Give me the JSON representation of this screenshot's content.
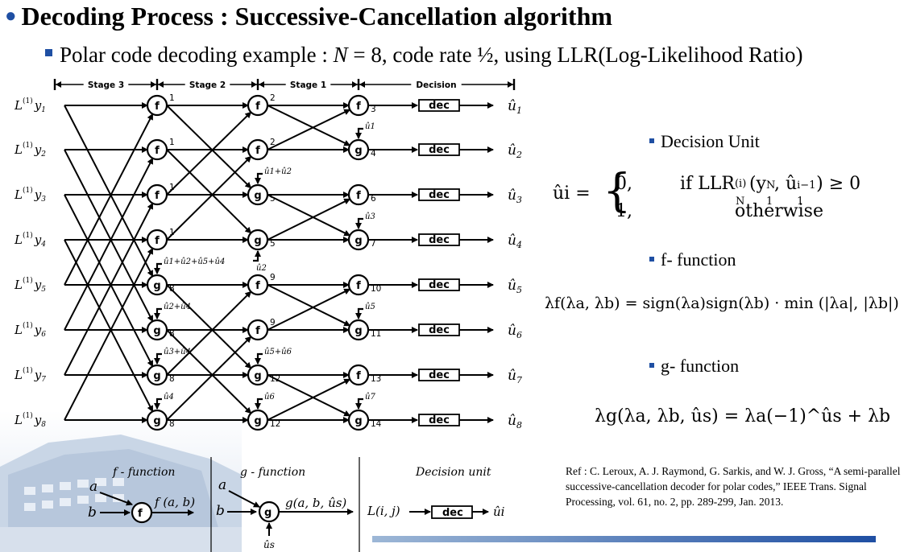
{
  "title": "Decoding Process : Successive-Cancellation algorithm",
  "subtitle_pre": "Polar code decoding example : ",
  "subtitle_N": "N",
  "subtitle_post": " = 8, code rate ½, using LLR(Log-Likelihood Ratio)",
  "stages": [
    "Stage 3",
    "Stage 2",
    "Stage 1",
    "Decision"
  ],
  "inputs": [
    {
      "L": "L",
      "sup": "(1)",
      "y": "y",
      "sub": "1"
    },
    {
      "L": "L",
      "sup": "(1)",
      "y": "y",
      "sub": "2"
    },
    {
      "L": "L",
      "sup": "(1)",
      "y": "y",
      "sub": "3"
    },
    {
      "L": "L",
      "sup": "(1)",
      "y": "y",
      "sub": "4"
    },
    {
      "L": "L",
      "sup": "(1)",
      "y": "y",
      "sub": "5"
    },
    {
      "L": "L",
      "sup": "(1)",
      "y": "y",
      "sub": "6"
    },
    {
      "L": "L",
      "sup": "(1)",
      "y": "y",
      "sub": "7"
    },
    {
      "L": "L",
      "sup": "(1)",
      "y": "y",
      "sub": "8"
    }
  ],
  "col1_nodes": [
    "f",
    "f",
    "f",
    "f",
    "g",
    "g",
    "g",
    "g"
  ],
  "col1_nums": [
    "1",
    "1",
    "1",
    "1",
    "8",
    "8",
    "8",
    "8"
  ],
  "col2_nodes": [
    "f",
    "f",
    "g",
    "g",
    "f",
    "f",
    "g",
    "g"
  ],
  "col2_nums": [
    "2",
    "2",
    "5",
    "5",
    "9",
    "9",
    "12",
    "12"
  ],
  "col3_nodes": [
    "f",
    "g",
    "f",
    "g",
    "f",
    "g",
    "f",
    "g"
  ],
  "col3_nums": [
    "3",
    "4",
    "6",
    "7",
    "10",
    "11",
    "13",
    "14"
  ],
  "dec_label": "dec",
  "outputs": [
    "û1",
    "û2",
    "û3",
    "û4",
    "û5",
    "û6",
    "û7",
    "û8"
  ],
  "feedback": {
    "c1_g5": "û1+û2+û5+û4",
    "c1_g6": "û2+û4",
    "c1_g7": "û3+û4",
    "c1_g8": "û4",
    "c2_g3": "û1+û2",
    "c2_g4": "û2",
    "c2_g7": "û5+û6",
    "c2_g8": "û6",
    "c3_g2": "û1",
    "c3_g4": "û3",
    "c3_g6": "û5",
    "c3_g8": "û7"
  },
  "decision_unit": {
    "label": "Decision Unit",
    "lhs": "ûi =",
    "case0": "0,",
    "cond0": "if LLR",
    "cond0_sup": "(i)",
    "cond0_sub": "N",
    "cond0_arg": "(y",
    "cond0_arg_sup": "N",
    "cond0_arg_sub": "1",
    "cond0_rest": ", û",
    "cond0_rest_sup": "i−1",
    "cond0_rest_sub": "1",
    "cond0_end": ") ≥ 0",
    "case1": "1,",
    "cond1": "otherwise"
  },
  "f_function": {
    "label": "f- function",
    "equation": "λf(λa, λb) = sign(λa)sign(λb) · min (|λa|, |λb|)"
  },
  "g_function": {
    "label": "g- function",
    "equation": "λg(λa, λb, ûs) = λa(−1)^ûs + λb"
  },
  "legend": {
    "f_title": "f - function",
    "g_title": "g - function",
    "d_title": "Decision unit",
    "a": "a",
    "b": "b",
    "f_out": "f (a, b)",
    "g_out": "g(a, b, ûs)",
    "us": "ûs",
    "L": "L(i, j)",
    "ui": "ûi",
    "f": "f",
    "g": "g",
    "dec": "dec"
  },
  "reference": "Ref : C. Leroux, A. J. Raymond, G. Sarkis, and W. J. Gross, “A semi-parallel successive-cancellation decoder for polar codes,” IEEE Trans. Signal Processing, vol. 61, no. 2, pp. 289-299, Jan. 2013.",
  "colors": {
    "accent": "#1f4fa3",
    "line": "#000000"
  }
}
